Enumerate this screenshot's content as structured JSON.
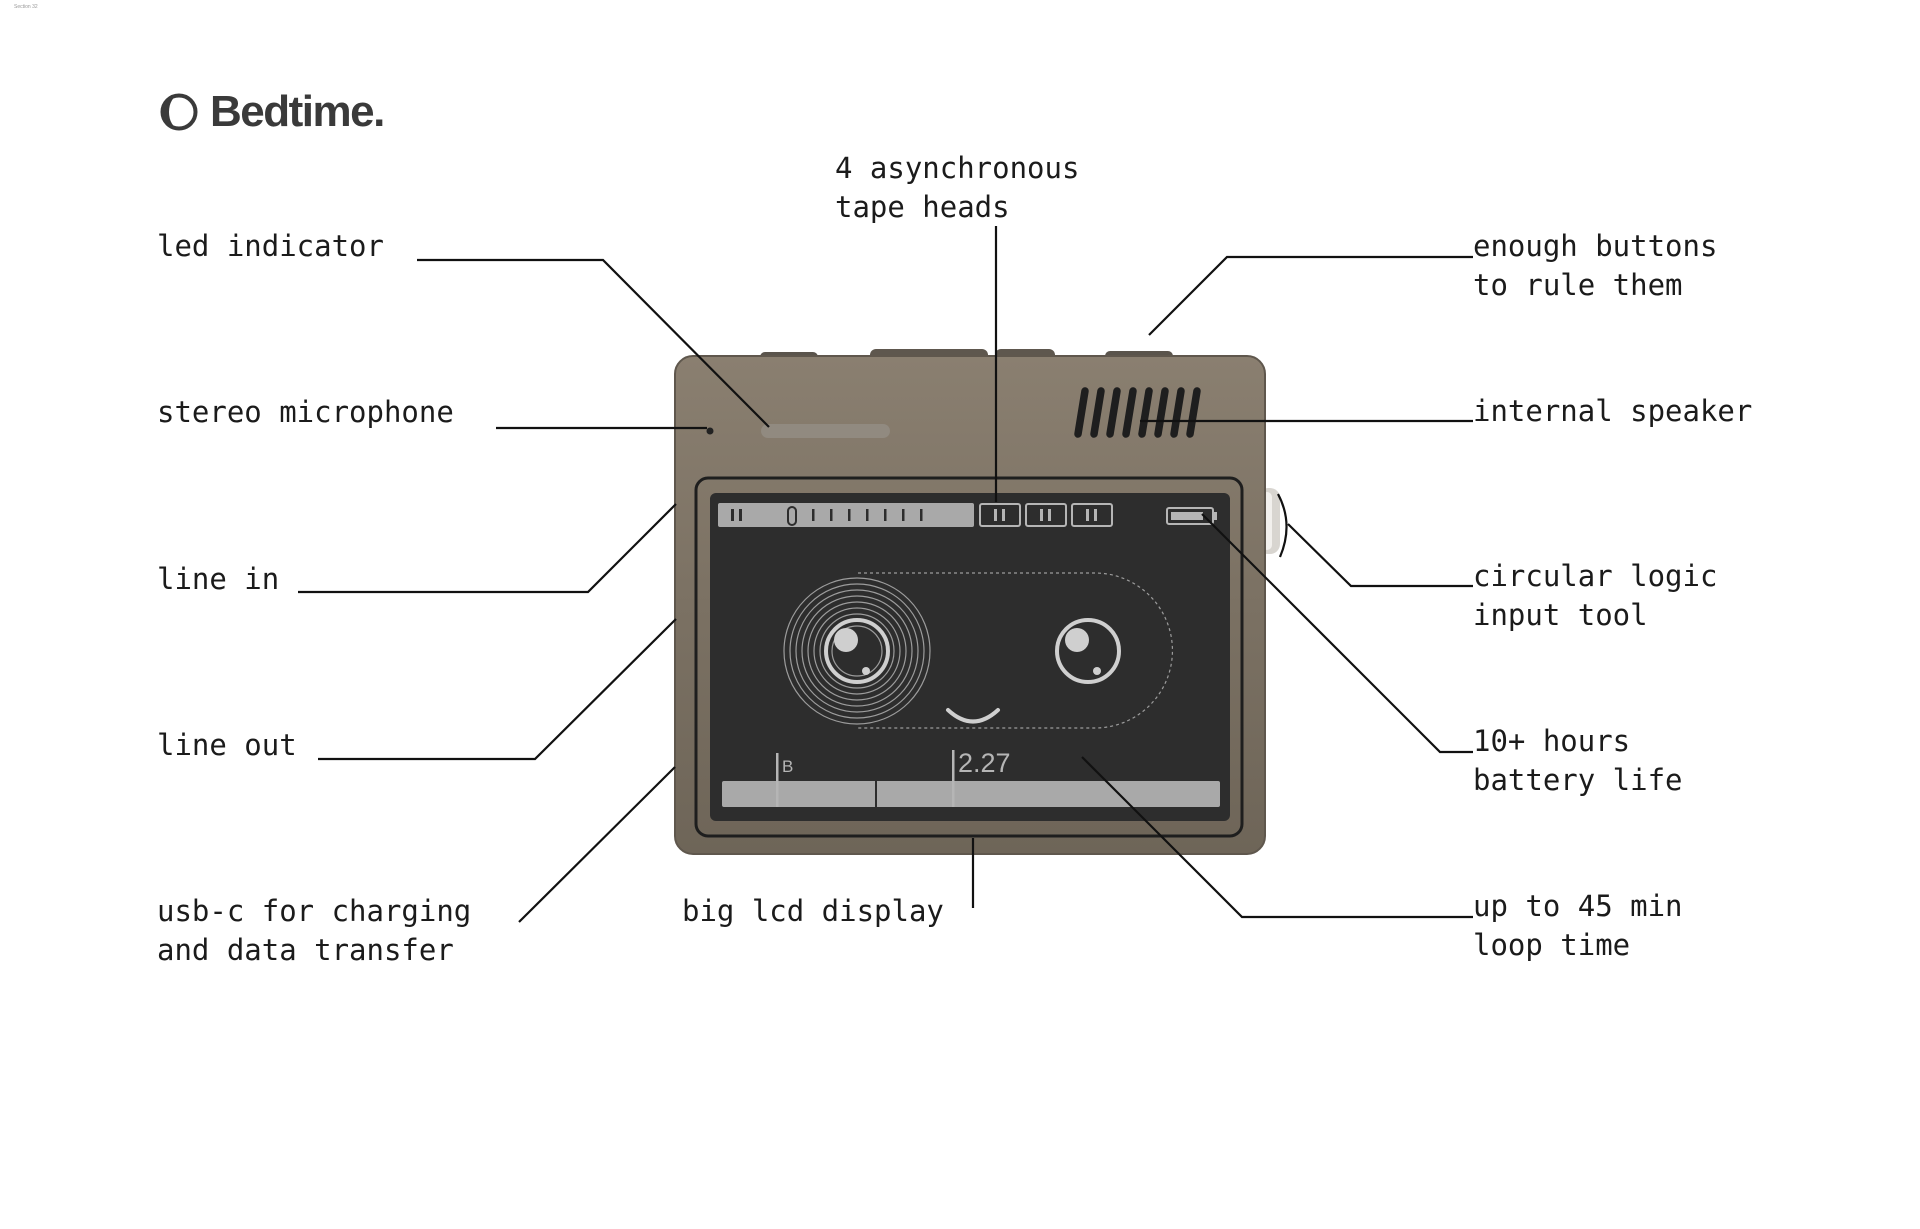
{
  "corner_text": "Section 32",
  "brand": {
    "name": "Bedtime.",
    "logo_icon": "crescent-moon-icon"
  },
  "callouts": {
    "tape_heads": [
      "4 asynchronous",
      "tape heads"
    ],
    "led_indicator": [
      "led indicator"
    ],
    "stereo_microphone": [
      "stereo microphone"
    ],
    "line_in": [
      "line in"
    ],
    "line_out": [
      "line out"
    ],
    "usb_c": [
      "usb-c for charging",
      "and data transfer"
    ],
    "lcd_display": [
      "big lcd display"
    ],
    "buttons": [
      "enough buttons",
      "to rule them"
    ],
    "speaker": [
      "internal speaker"
    ],
    "logic_tool": [
      "circular logic",
      "input tool"
    ],
    "battery": [
      "10+ hours",
      "battery life"
    ],
    "loop_time": [
      "up to 45 min",
      "loop time"
    ]
  },
  "screen": {
    "time_readout": "2.27",
    "marker_glyph": "B"
  },
  "colors": {
    "device_body": "#7b7163",
    "lcd_background": "#2d2d2d",
    "lcd_foreground": "#b5b5b5",
    "text": "#1b1b1b"
  }
}
